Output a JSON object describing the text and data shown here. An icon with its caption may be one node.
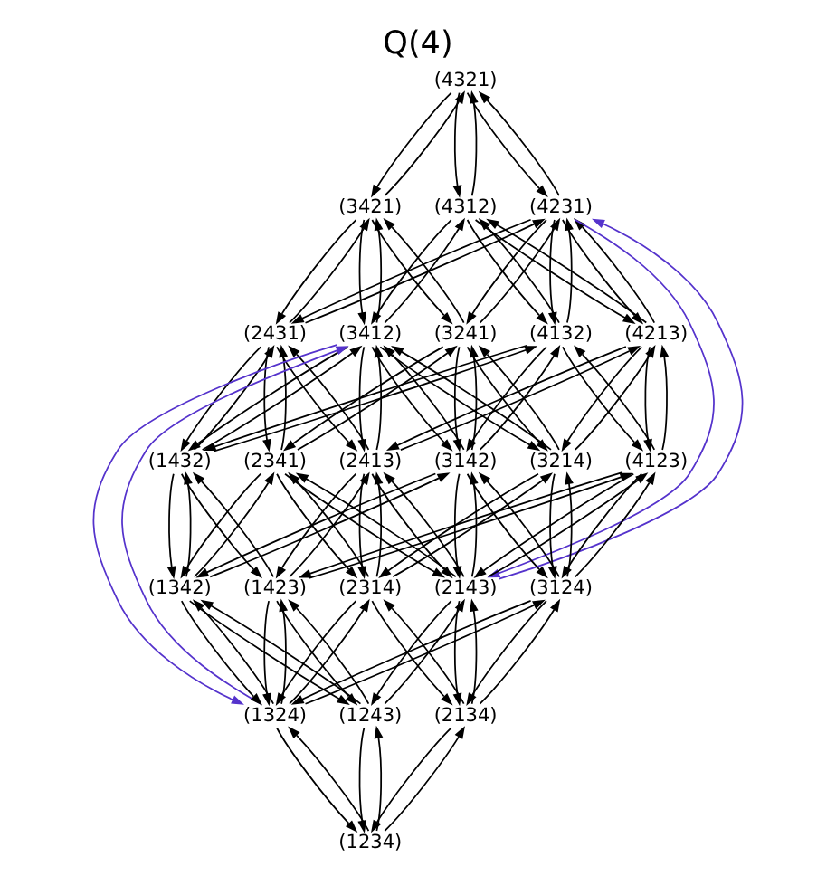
{
  "diagram": {
    "title": "Q(4)",
    "nodes": [
      {
        "text": [
          "(4321)"
        ]
      },
      {
        "text": [
          "(3421)"
        ]
      },
      {
        "text": [
          "(4231)"
        ]
      },
      {
        "text": [
          "(4312)"
        ]
      },
      {
        "text": [
          "(3241)"
        ]
      },
      {
        "text": [
          "(2431)"
        ]
      },
      {
        "text": [
          "(3412)"
        ]
      },
      {
        "text": [
          "(4213)"
        ]
      },
      {
        "text": [
          "(4132)"
        ]
      },
      {
        "text": [
          "(3214)"
        ]
      },
      {
        "text": [
          "(2341)"
        ]
      },
      {
        "text": [
          "(2413)"
        ]
      },
      {
        "text": [
          "(3142)"
        ]
      },
      {
        "text": [
          "(4123)"
        ]
      },
      {
        "text": [
          "(1432)"
        ]
      },
      {
        "text": [
          "(2314)"
        ]
      },
      {
        "text": [
          "(3124)"
        ]
      },
      {
        "text": [
          "(2143)"
        ]
      },
      {
        "text": [
          "(1342)"
        ]
      },
      {
        "text": [
          "(1423)"
        ]
      },
      {
        "text": [
          "(2134)"
        ]
      },
      {
        "text": [
          "(1324)"
        ]
      },
      {
        "text": [
          "(1243)"
        ]
      },
      {
        "text": [
          "(1234)"
        ]
      }
    ],
    "edges": [
      {
        "from": 0,
        "to": 1,
        "arrow": "to"
      },
      {
        "from": 1,
        "to": 0,
        "arrow": "to"
      },
      {
        "from": 0,
        "to": 2,
        "arrow": "to"
      },
      {
        "from": 2,
        "to": 0,
        "arrow": "to"
      },
      {
        "from": 0,
        "to": 3,
        "arrow": "to"
      },
      {
        "from": 3,
        "to": 0,
        "arrow": "to"
      },
      {
        "from": 1,
        "to": 4,
        "arrow": "to"
      },
      {
        "from": 4,
        "to": 1,
        "arrow": "to"
      },
      {
        "from": 1,
        "to": 5,
        "arrow": "to"
      },
      {
        "from": 5,
        "to": 1,
        "arrow": "to"
      },
      {
        "from": 1,
        "to": 6,
        "arrow": "to"
      },
      {
        "from": 6,
        "to": 1,
        "arrow": "to"
      },
      {
        "from": 2,
        "to": 4,
        "arrow": "to"
      },
      {
        "from": 4,
        "to": 2,
        "arrow": "to"
      },
      {
        "from": 2,
        "to": 5,
        "arrow": "to"
      },
      {
        "from": 5,
        "to": 2,
        "arrow": "to"
      },
      {
        "from": 2,
        "to": 7,
        "arrow": "to"
      },
      {
        "from": 7,
        "to": 2,
        "arrow": "to"
      },
      {
        "from": 2,
        "to": 8,
        "arrow": "to"
      },
      {
        "from": 8,
        "to": 2,
        "arrow": "to"
      },
      {
        "from": 3,
        "to": 6,
        "arrow": "to"
      },
      {
        "from": 6,
        "to": 3,
        "arrow": "to"
      },
      {
        "from": 3,
        "to": 7,
        "arrow": "to"
      },
      {
        "from": 7,
        "to": 3,
        "arrow": "to"
      },
      {
        "from": 3,
        "to": 8,
        "arrow": "to"
      },
      {
        "from": 8,
        "to": 3,
        "arrow": "to"
      },
      {
        "from": 4,
        "to": 9,
        "arrow": "to"
      },
      {
        "from": 9,
        "to": 4,
        "arrow": "to"
      },
      {
        "from": 4,
        "to": 10,
        "arrow": "to"
      },
      {
        "from": 10,
        "to": 4,
        "arrow": "to"
      },
      {
        "from": 4,
        "to": 12,
        "arrow": "to"
      },
      {
        "from": 12,
        "to": 4,
        "arrow": "to"
      },
      {
        "from": 5,
        "to": 10,
        "arrow": "to"
      },
      {
        "from": 10,
        "to": 5,
        "arrow": "to"
      },
      {
        "from": 5,
        "to": 11,
        "arrow": "to"
      },
      {
        "from": 11,
        "to": 5,
        "arrow": "to"
      },
      {
        "from": 5,
        "to": 14,
        "arrow": "to"
      },
      {
        "from": 14,
        "to": 5,
        "arrow": "to"
      },
      {
        "from": 6,
        "to": 9,
        "arrow": "to"
      },
      {
        "from": 9,
        "to": 6,
        "arrow": "to"
      },
      {
        "from": 6,
        "to": 11,
        "arrow": "to"
      },
      {
        "from": 11,
        "to": 6,
        "arrow": "to"
      },
      {
        "from": 6,
        "to": 12,
        "arrow": "to"
      },
      {
        "from": 12,
        "to": 6,
        "arrow": "to"
      },
      {
        "from": 6,
        "to": 14,
        "arrow": "to"
      },
      {
        "from": 14,
        "to": 6,
        "arrow": "to"
      },
      {
        "from": 7,
        "to": 9,
        "arrow": "to"
      },
      {
        "from": 9,
        "to": 7,
        "arrow": "to"
      },
      {
        "from": 7,
        "to": 11,
        "arrow": "to"
      },
      {
        "from": 11,
        "to": 7,
        "arrow": "to"
      },
      {
        "from": 7,
        "to": 13,
        "arrow": "to"
      },
      {
        "from": 13,
        "to": 7,
        "arrow": "to"
      },
      {
        "from": 8,
        "to": 12,
        "arrow": "to"
      },
      {
        "from": 12,
        "to": 8,
        "arrow": "to"
      },
      {
        "from": 8,
        "to": 13,
        "arrow": "to"
      },
      {
        "from": 13,
        "to": 8,
        "arrow": "to"
      },
      {
        "from": 8,
        "to": 14,
        "arrow": "to"
      },
      {
        "from": 14,
        "to": 8,
        "arrow": "to"
      },
      {
        "from": 9,
        "to": 15,
        "arrow": "to"
      },
      {
        "from": 15,
        "to": 9,
        "arrow": "to"
      },
      {
        "from": 9,
        "to": 16,
        "arrow": "to"
      },
      {
        "from": 16,
        "to": 9,
        "arrow": "to"
      },
      {
        "from": 10,
        "to": 15,
        "arrow": "to"
      },
      {
        "from": 15,
        "to": 10,
        "arrow": "to"
      },
      {
        "from": 10,
        "to": 17,
        "arrow": "to"
      },
      {
        "from": 17,
        "to": 10,
        "arrow": "to"
      },
      {
        "from": 10,
        "to": 18,
        "arrow": "to"
      },
      {
        "from": 18,
        "to": 10,
        "arrow": "to"
      },
      {
        "from": 11,
        "to": 15,
        "arrow": "to"
      },
      {
        "from": 15,
        "to": 11,
        "arrow": "to"
      },
      {
        "from": 11,
        "to": 17,
        "arrow": "to"
      },
      {
        "from": 17,
        "to": 11,
        "arrow": "to"
      },
      {
        "from": 11,
        "to": 19,
        "arrow": "to"
      },
      {
        "from": 19,
        "to": 11,
        "arrow": "to"
      },
      {
        "from": 12,
        "to": 16,
        "arrow": "to"
      },
      {
        "from": 16,
        "to": 12,
        "arrow": "to"
      },
      {
        "from": 12,
        "to": 17,
        "arrow": "to"
      },
      {
        "from": 17,
        "to": 12,
        "arrow": "to"
      },
      {
        "from": 12,
        "to": 18,
        "arrow": "to"
      },
      {
        "from": 18,
        "to": 12,
        "arrow": "to"
      },
      {
        "from": 13,
        "to": 16,
        "arrow": "to"
      },
      {
        "from": 16,
        "to": 13,
        "arrow": "to"
      },
      {
        "from": 13,
        "to": 17,
        "arrow": "to"
      },
      {
        "from": 17,
        "to": 13,
        "arrow": "to"
      },
      {
        "from": 13,
        "to": 19,
        "arrow": "to"
      },
      {
        "from": 19,
        "to": 13,
        "arrow": "to"
      },
      {
        "from": 14,
        "to": 18,
        "arrow": "to"
      },
      {
        "from": 18,
        "to": 14,
        "arrow": "to"
      },
      {
        "from": 14,
        "to": 19,
        "arrow": "to"
      },
      {
        "from": 19,
        "to": 14,
        "arrow": "to"
      },
      {
        "from": 15,
        "to": 20,
        "arrow": "to"
      },
      {
        "from": 20,
        "to": 15,
        "arrow": "to"
      },
      {
        "from": 15,
        "to": 21,
        "arrow": "to"
      },
      {
        "from": 21,
        "to": 15,
        "arrow": "to"
      },
      {
        "from": 16,
        "to": 20,
        "arrow": "to"
      },
      {
        "from": 20,
        "to": 16,
        "arrow": "to"
      },
      {
        "from": 16,
        "to": 21,
        "arrow": "to"
      },
      {
        "from": 21,
        "to": 16,
        "arrow": "to"
      },
      {
        "from": 17,
        "to": 20,
        "arrow": "to"
      },
      {
        "from": 20,
        "to": 17,
        "arrow": "to"
      },
      {
        "from": 17,
        "to": 22,
        "arrow": "to"
      },
      {
        "from": 22,
        "to": 17,
        "arrow": "to"
      },
      {
        "from": 18,
        "to": 21,
        "arrow": "to"
      },
      {
        "from": 21,
        "to": 18,
        "arrow": "to"
      },
      {
        "from": 18,
        "to": 22,
        "arrow": "to"
      },
      {
        "from": 22,
        "to": 18,
        "arrow": "to"
      },
      {
        "from": 19,
        "to": 21,
        "arrow": "to"
      },
      {
        "from": 21,
        "to": 19,
        "arrow": "to"
      },
      {
        "from": 19,
        "to": 22,
        "arrow": "to"
      },
      {
        "from": 22,
        "to": 19,
        "arrow": "to"
      },
      {
        "from": 20,
        "to": 23,
        "arrow": "to"
      },
      {
        "from": 23,
        "to": 20,
        "arrow": "to"
      },
      {
        "from": 21,
        "to": 23,
        "arrow": "to"
      },
      {
        "from": 23,
        "to": 21,
        "arrow": "to"
      },
      {
        "from": 22,
        "to": 23,
        "arrow": "to"
      },
      {
        "from": 23,
        "to": 22,
        "arrow": "to"
      },
      {
        "from": 2,
        "to": 17,
        "arrow": "to",
        "color": "#5533cc"
      },
      {
        "from": 17,
        "to": 2,
        "arrow": "to",
        "color": "#5533cc"
      },
      {
        "from": 6,
        "to": 21,
        "arrow": "to",
        "color": "#5533cc"
      },
      {
        "from": 21,
        "to": 6,
        "arrow": "to",
        "color": "#5533cc"
      }
    ]
  }
}
